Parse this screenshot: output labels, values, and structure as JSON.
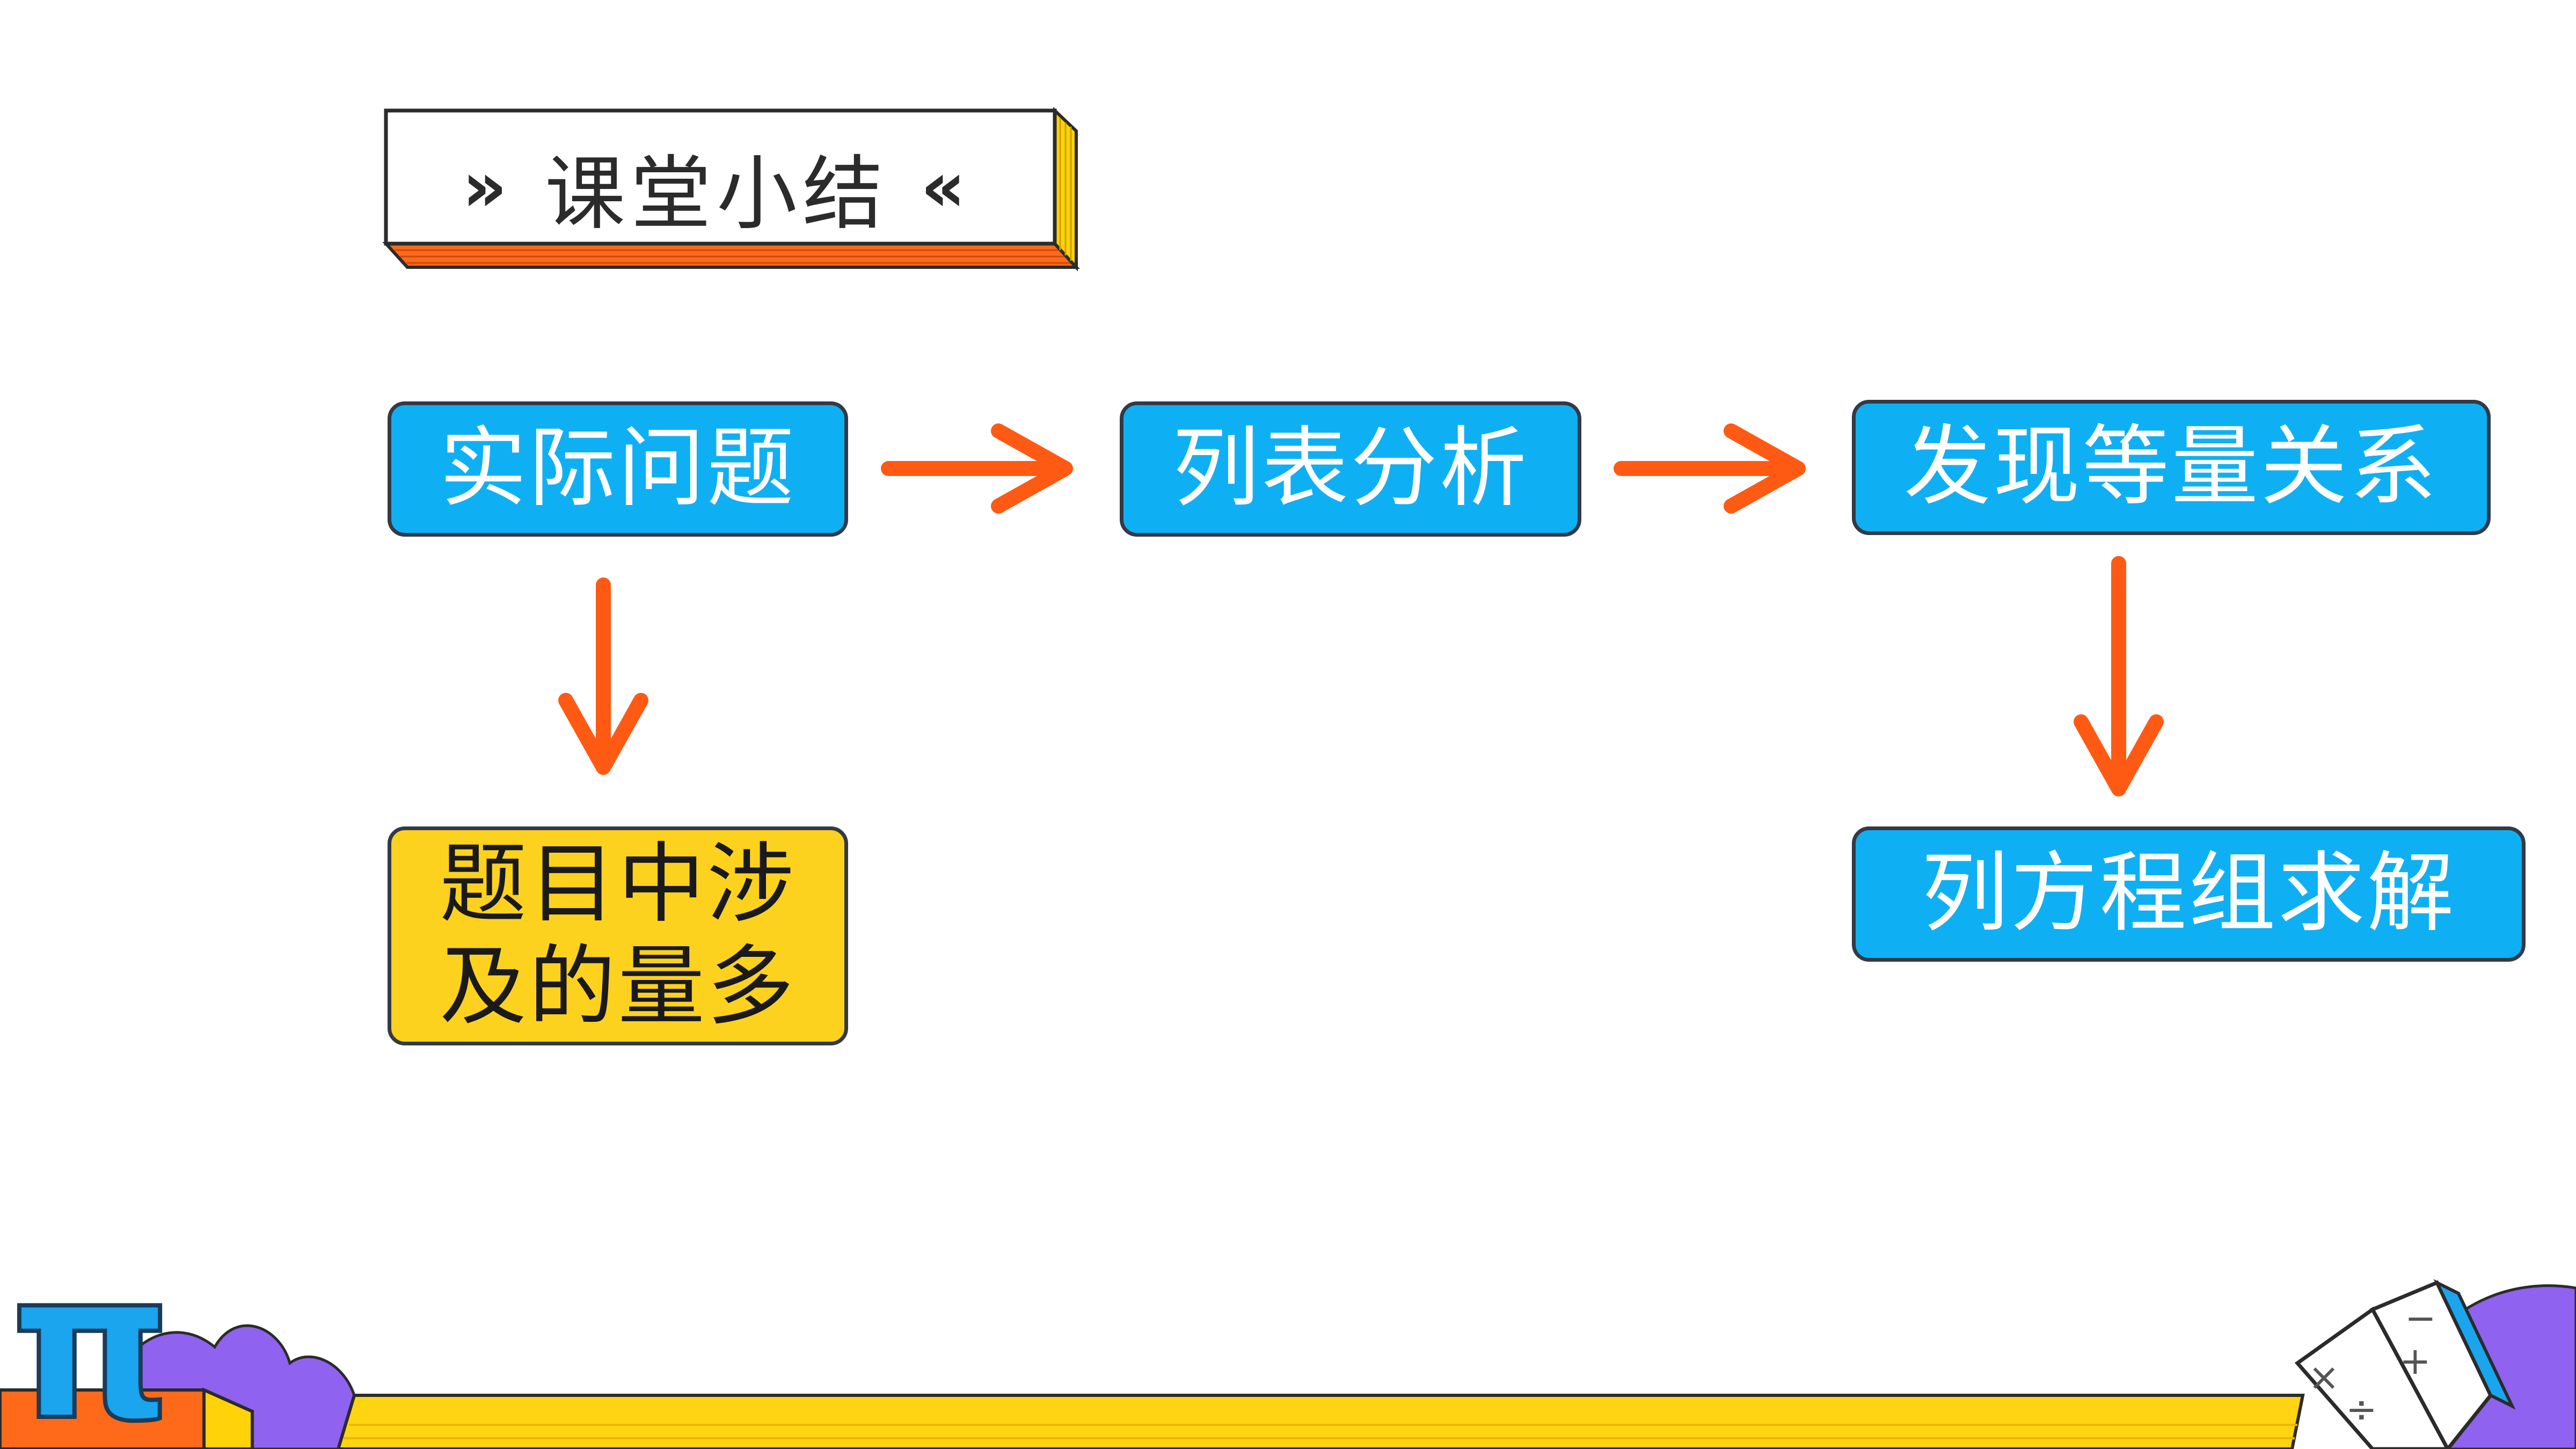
{
  "title": {
    "left_mark": "»",
    "text": "课堂小结",
    "right_mark": "«"
  },
  "flow": {
    "step1": "实际问题",
    "step2": "列表分析",
    "step3": "发现等量关系",
    "note": "题目中涉及的量多",
    "step4": "列方程组求解"
  },
  "colors": {
    "box_blue": "#0fb0f3",
    "box_yellow": "#fdd21f",
    "arrow_orange": "#ff5a14",
    "banner_orange": "#ff6a1a",
    "banner_yellow": "#ffd20a",
    "bottom_band": "#ffd412",
    "accent_purple": "#8f62f0"
  },
  "decor": {
    "pi_symbol": "π",
    "book_symbols": [
      "−",
      "+",
      "×",
      "÷"
    ]
  }
}
